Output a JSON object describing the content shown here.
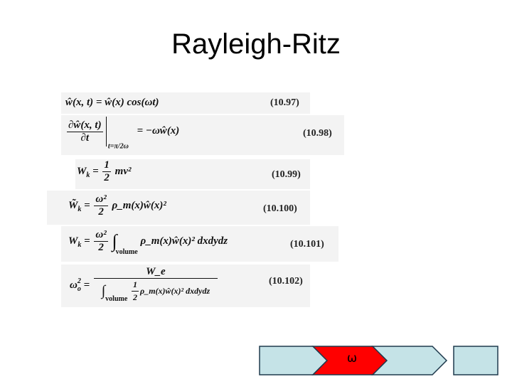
{
  "slide": {
    "title": "Rayleigh-Ritz"
  },
  "equations": [
    {
      "number": "(10.97)",
      "lhs": "ŵ(x, t)",
      "rhs": "ŵ(x) cos(ωt)"
    },
    {
      "number": "(10.98)",
      "numerator": "∂ŵ(x, t)",
      "denominator": "∂t",
      "at": "t=π/2ω",
      "rhs": "= −ωŵ(x)"
    },
    {
      "number": "(10.99)",
      "lhs": "W",
      "lhs_sub": "k",
      "frac_num": "1",
      "frac_den": "2",
      "rhs": "mv²"
    },
    {
      "number": "(10.100)",
      "lhs": "W̃",
      "lhs_sub": "k",
      "frac_num": "ω²",
      "frac_den": "2",
      "rhs": "ρ_m(x)ŵ(x)²"
    },
    {
      "number": "(10.101)",
      "lhs": "W",
      "lhs_sub": "k",
      "frac_num": "ω²",
      "frac_den": "2",
      "int_sub": "volume",
      "rhs": "ρ_m(x)ŵ(x)² dxdydz"
    },
    {
      "number": "(10.102)",
      "lhs": "ω",
      "lhs_sup": "2",
      "lhs_sub": "o",
      "numerator": "W_e",
      "inner_frac_num": "1",
      "inner_frac_den": "2",
      "int_sub": "volume",
      "denominator_rest": "ρ_m(x)ŵ(x)² dxdydz"
    }
  ],
  "nav": {
    "active_label": "ω",
    "colors": {
      "light": "#c5e3e7",
      "active": "#ff0000",
      "border": "#1f3a4d"
    }
  }
}
